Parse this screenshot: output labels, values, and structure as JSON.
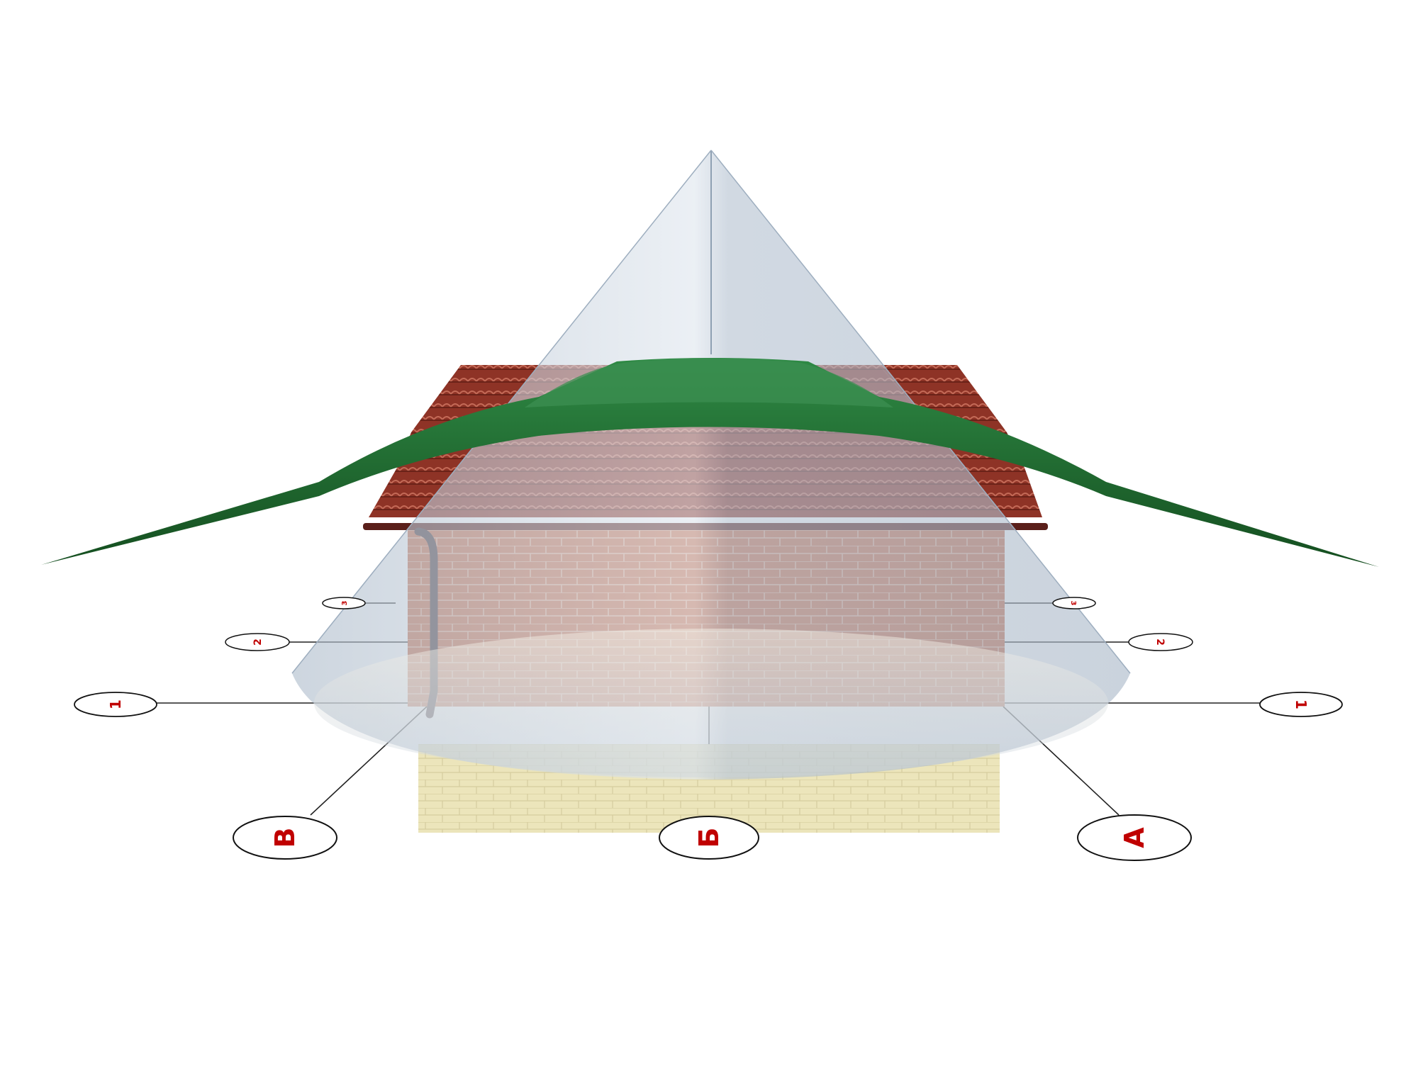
{
  "axes": {
    "letters": [
      {
        "id": "A",
        "label": "А"
      },
      {
        "id": "B",
        "label": "Б"
      },
      {
        "id": "V",
        "label": "В"
      }
    ],
    "numbers_left": [
      {
        "id": "left-1",
        "label": "1"
      },
      {
        "id": "left-2",
        "label": "2"
      },
      {
        "id": "left-3",
        "label": "3"
      }
    ],
    "numbers_right": [
      {
        "id": "right-1",
        "label": "1"
      },
      {
        "id": "right-2",
        "label": "2"
      },
      {
        "id": "right-3",
        "label": "3"
      }
    ]
  },
  "colors": {
    "cone": "#b9c6d4",
    "cone_edge": "#8ea0b3",
    "roof_tile": "#9c3a2c",
    "brick_wall": "#c86a4a",
    "foundation": "#e8e2b8",
    "green_zone": "#1e6b2c",
    "gutter": "#5a1f1a",
    "axis_text": "#c00000"
  }
}
